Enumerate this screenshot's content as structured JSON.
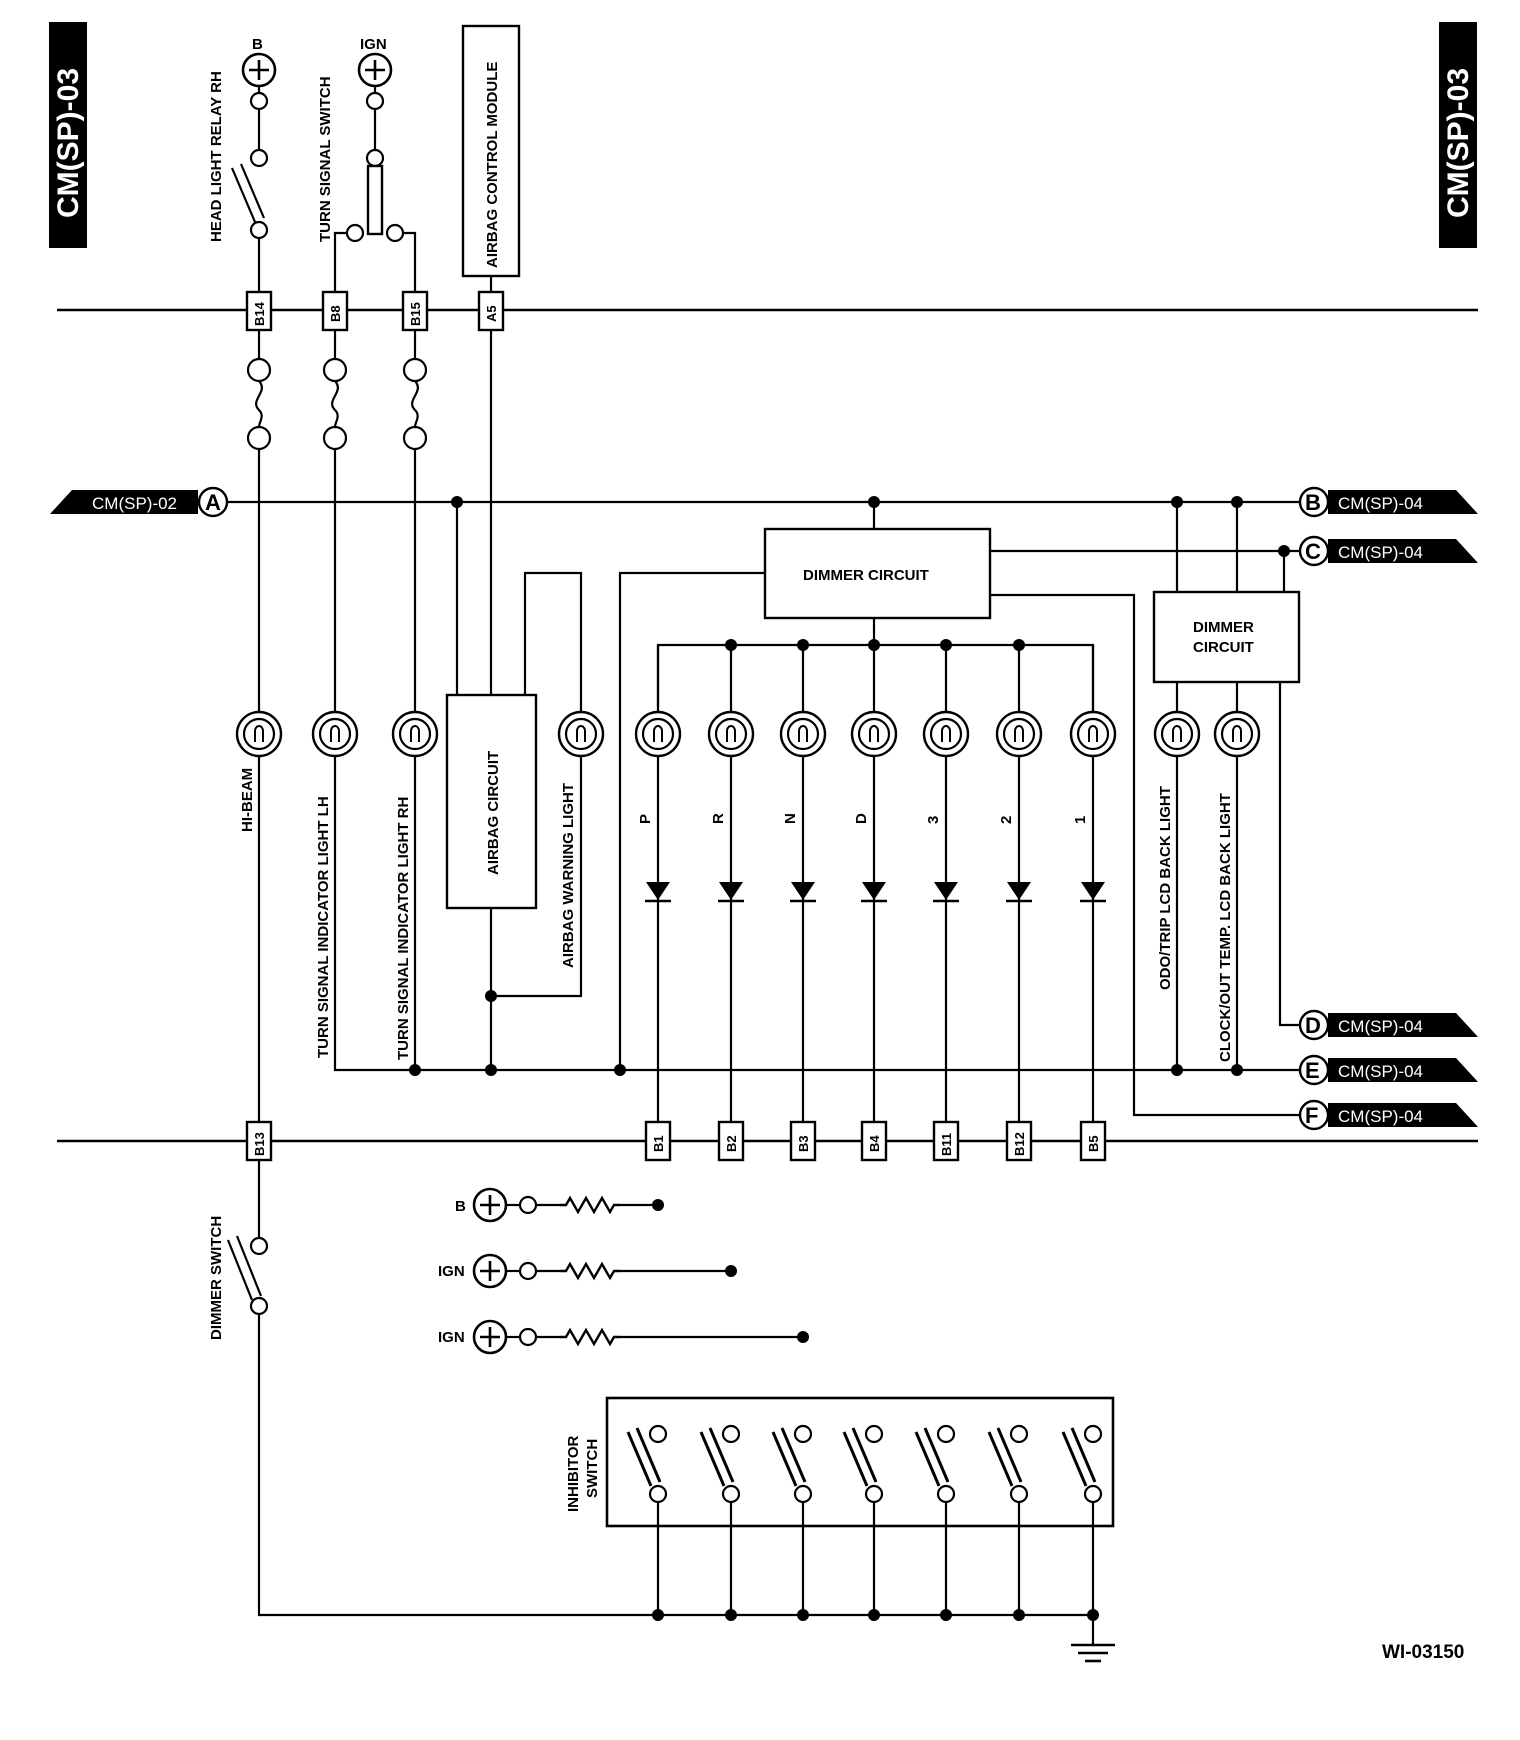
{
  "page_tags": {
    "left": "CM(SP)-03",
    "right": "CM(SP)-03"
  },
  "power": {
    "b": "B",
    "ign": "IGN"
  },
  "components": {
    "head_light_relay": "HEAD LIGHT RELAY RH",
    "turn_signal_switch": "TURN SIGNAL SWITCH",
    "airbag_control_module": "AIRBAG CONTROL MODULE",
    "dimmer_circuit_main": "DIMMER CIRCUIT",
    "dimmer_circuit_right_1": "DIMMER",
    "dimmer_circuit_right_2": "CIRCUIT",
    "airbag_circuit": "AIRBAG CIRCUIT",
    "dimmer_switch": "DIMMER SWITCH",
    "inhibitor_switch_1": "INHIBITOR",
    "inhibitor_switch_2": "SWITCH"
  },
  "lights": {
    "hi_beam": "HI-BEAM",
    "turn_lh": "TURN SIGNAL INDICATOR LIGHT LH",
    "turn_rh": "TURN SIGNAL INDICATOR LIGHT RH",
    "airbag_warning": "AIRBAG WARNING LIGHT",
    "odo_trip": "ODO/TRIP LCD BACK LIGHT",
    "clock_out": "CLOCK/OUT TEMP. LCD BACK LIGHT"
  },
  "gear_positions": [
    "P",
    "R",
    "N",
    "D",
    "3",
    "2",
    "1"
  ],
  "connectors": {
    "top": [
      "B14",
      "B8",
      "B15",
      "A5"
    ],
    "bottom_left": "B13",
    "bottom": [
      "B1",
      "B2",
      "B3",
      "B4",
      "B11",
      "B12",
      "B5"
    ]
  },
  "references": {
    "a_letter": "A",
    "a_page": "CM(SP)-02",
    "b_letter": "B",
    "b_page": "CM(SP)-04",
    "c_letter": "C",
    "c_page": "CM(SP)-04",
    "d_letter": "D",
    "d_page": "CM(SP)-04",
    "e_letter": "E",
    "e_page": "CM(SP)-04",
    "f_letter": "F",
    "f_page": "CM(SP)-04"
  },
  "figure_id": "WI-03150"
}
